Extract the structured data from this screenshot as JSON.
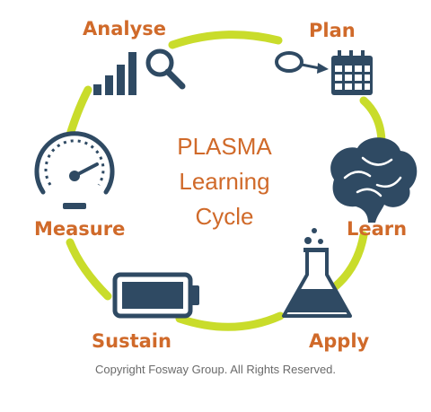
{
  "title": {
    "line1": "PLASMA",
    "line2": "Learning",
    "line3": "Cycle"
  },
  "stages": {
    "analyse": "Analyse",
    "plan": "Plan",
    "learn": "Learn",
    "apply": "Apply",
    "sustain": "Sustain",
    "measure": "Measure"
  },
  "icons": {
    "analyse": "bar-chart-magnifier-icon",
    "plan": "calendar-icon",
    "learn": "brain-icon",
    "apply": "flask-icon",
    "sustain": "battery-icon",
    "measure": "gauge-icon"
  },
  "colors": {
    "ring": "#c9dc2b",
    "label": "#d06a2a",
    "icon": "#2f4a63",
    "copyright": "#6a6a6a"
  },
  "copyright": "Copyright Fosway Group. All Rights Reserved."
}
